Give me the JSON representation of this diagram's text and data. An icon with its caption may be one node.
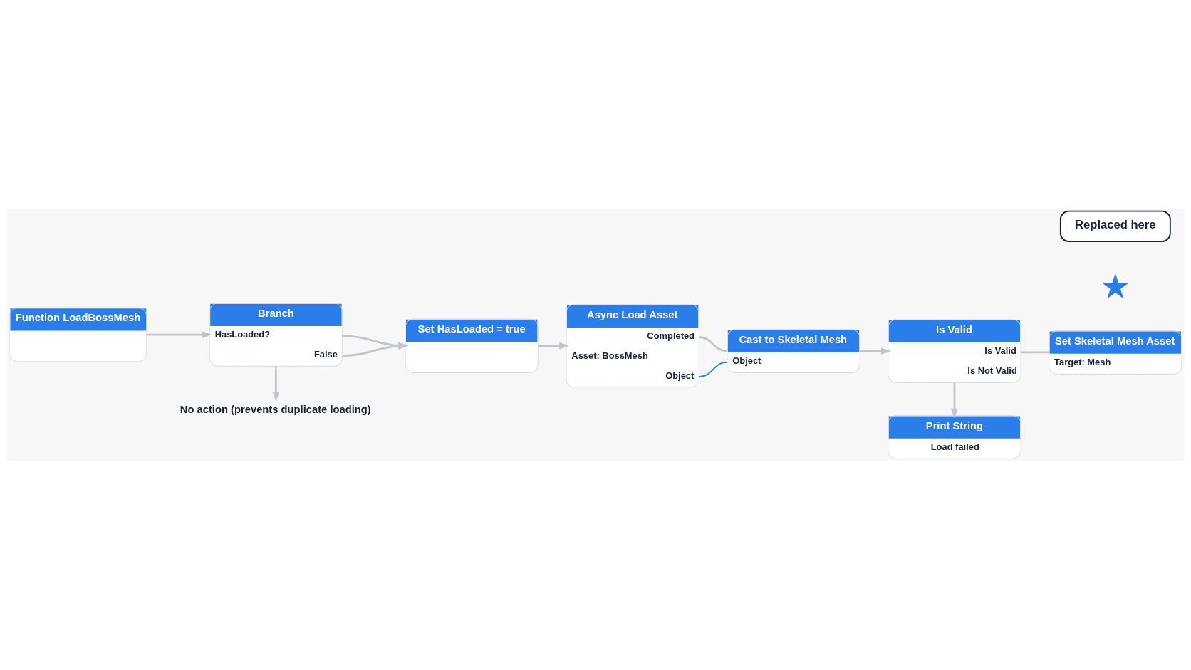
{
  "diagram": {
    "nodes": [
      {
        "text": [
          "Function LoadBossMesh"
        ]
      },
      {
        "text": [
          "Branch",
          "HasLoaded?",
          "False"
        ]
      },
      {
        "text": [
          "No action (prevents duplicate loading)"
        ]
      },
      {
        "text": [
          "Set HasLoaded = true"
        ]
      },
      {
        "text": [
          "Async Load Asset",
          "Completed",
          "Asset: BossMesh",
          "Object"
        ]
      },
      {
        "text": [
          "Cast to Skeletal Mesh",
          "Object"
        ]
      },
      {
        "text": [
          "Is Valid",
          "Is Valid",
          "Is Not Valid"
        ]
      },
      {
        "text": [
          "Set Skeletal Mesh Asset",
          "Target: Mesh"
        ]
      },
      {
        "text": [],
        "shape": "star"
      },
      {
        "text": [
          "Replaced here"
        ]
      },
      {
        "text": [
          "Print String",
          "Load failed"
        ]
      }
    ],
    "edges": [
      {
        "from": 0,
        "to": 1,
        "arrow": "to"
      },
      {
        "from": 1,
        "to": 3,
        "arrow": "to"
      },
      {
        "from": 1,
        "to": 3,
        "arrow": "to"
      },
      {
        "from": 1,
        "to": 2,
        "arrow": "to"
      },
      {
        "from": 3,
        "to": 4,
        "arrow": "to"
      },
      {
        "from": 4,
        "to": 5,
        "arrow": "none"
      },
      {
        "from": 4,
        "to": 5,
        "arrow": "none",
        "color": "#2b7de9"
      },
      {
        "from": 5,
        "to": 6,
        "arrow": "to"
      },
      {
        "from": 6,
        "to": 7,
        "arrow": "none"
      },
      {
        "from": 6,
        "to": 10,
        "arrow": "to"
      }
    ]
  }
}
